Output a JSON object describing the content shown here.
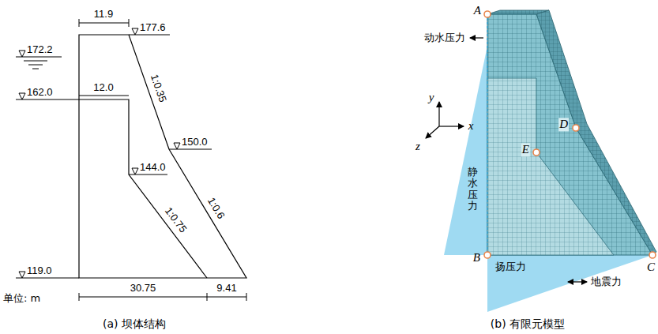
{
  "diagram": {
    "labels": [
      "11.9",
      "177.6",
      "172.2",
      "1:0.35",
      "162.0",
      "12.0",
      "150.0",
      "144.0",
      "1:0.75",
      "1:0.6",
      "119.0",
      "30.75",
      "9.41",
      "单位: m",
      "(a) 坝体结构",
      "A",
      "动水压力",
      "y",
      "x",
      "z",
      "D",
      "静水压力",
      "E",
      "B",
      "扬压力",
      "C",
      "地震力",
      "(b) 有限元模型"
    ]
  }
}
